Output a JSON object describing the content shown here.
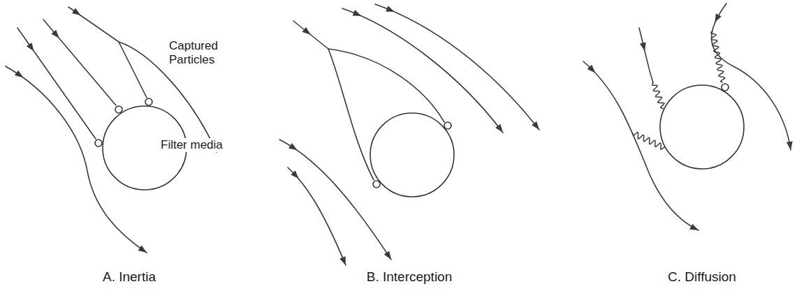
{
  "diagram": {
    "labels": [
      "Captured Particles",
      "Filter media",
      "A. Inertia",
      "B. Interception",
      "C. Diffusion"
    ]
  }
}
